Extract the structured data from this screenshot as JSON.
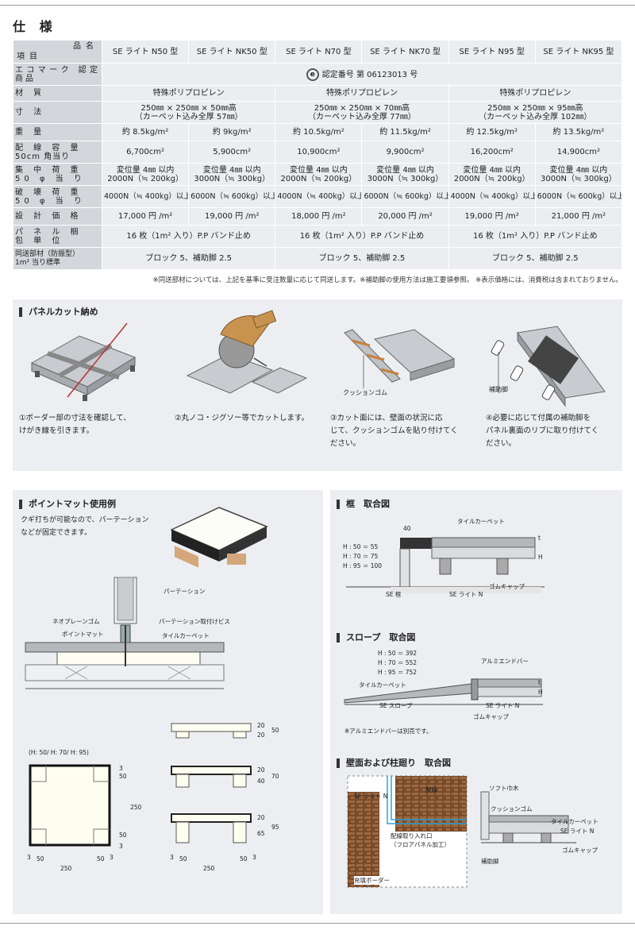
{
  "page_title": "仕 様",
  "spec_table": {
    "corner_top": "品名",
    "corner_bottom": "項目",
    "products": [
      "SE ライト N50 型",
      "SE ライト NK50 型",
      "SE ライト N70 型",
      "SE ライト NK70 型",
      "SE ライト N95 型",
      "SE ライト NK95 型"
    ],
    "eco_label": "エコマーク 認定商品",
    "eco_mark": "e",
    "eco_value": "認定番号 第 06123013 号",
    "material_label": "材 質",
    "material_values": [
      "特殊ポリプロピレン",
      "特殊ポリプロピレン",
      "特殊ポリプロピレン"
    ],
    "size_label": "寸 法",
    "size_values": [
      [
        "250㎜ × 250㎜ × 50㎜高",
        "（カーペット込み全厚 57㎜）"
      ],
      [
        "250㎜ × 250㎜ × 70㎜高",
        "（カーペット込み全厚 77㎜）"
      ],
      [
        "250㎜ × 250㎜ × 95㎜高",
        "（カーペット込み全厚 102㎜）"
      ]
    ],
    "weight_label": "重 量",
    "weight_values": [
      "約 8.5kg/m²",
      "約 9kg/m²",
      "約 10.5kg/m²",
      "約 11.5kg/m²",
      "約 12.5kg/m²",
      "約 13.5kg/m²"
    ],
    "wiring_label": [
      "配 線 容 量",
      "50cm 角当り"
    ],
    "wiring_values": [
      "6,700cm²",
      "5,900cm²",
      "10,900cm²",
      "9,900cm²",
      "16,200cm²",
      "14,900cm²"
    ],
    "conc_label": [
      "集 中 荷 重",
      "50 φ 当 り"
    ],
    "conc_values": [
      [
        "変位量 4㎜ 以内",
        "2000N（≒ 200kg）"
      ],
      [
        "変位量 4㎜ 以内",
        "3000N（≒ 300kg）"
      ],
      [
        "変位量 4㎜ 以内",
        "2000N（≒ 200kg）"
      ],
      [
        "変位量 4㎜ 以内",
        "3000N（≒ 300kg）"
      ],
      [
        "変位量 4㎜ 以内",
        "2000N（≒ 200kg）"
      ],
      [
        "変位量 4㎜ 以内",
        "3000N（≒ 300kg）"
      ]
    ],
    "break_label": [
      "破 壊 荷 重",
      "50 φ 当 り"
    ],
    "break_values": [
      "4000N（≒ 400kg）以上",
      "6000N（≒ 600kg）以上",
      "4000N（≒ 400kg）以上",
      "6000N（≒ 600kg）以上",
      "4000N（≒ 400kg）以上",
      "6000N（≒ 600kg）以上"
    ],
    "price_label": "設 計 価 格",
    "price_values": [
      "17,000 円 /m²",
      "19,000 円 /m²",
      "18,000 円 /m²",
      "20,000 円 /m²",
      "19,000 円 /m²",
      "21,000 円 /m²"
    ],
    "pack_label": [
      "パ ネ ル 梱",
      "包 単 位"
    ],
    "pack_values": [
      "16 枚（1m² 入り）P.P バンド止め",
      "16 枚（1m² 入り）P.P バンド止め",
      "16 枚（1m² 入り）P.P バンド止め"
    ],
    "parts_label": [
      "同送部材（防振型）",
      "1m² 当り標準"
    ],
    "parts_values": [
      "ブロック 5、補助脚 2.5",
      "ブロック 5、補助脚 2.5",
      "ブロック 5、補助脚 2.5"
    ]
  },
  "table_note": "※同送部材については、上記を基準に受注数量に応じて同送します。※補助脚の使用方法は施工要領参照。 ※表示価格には、消費税は含まれておりません。",
  "cut_section": {
    "heading": "パネルカット納め",
    "cushion_label": "クッションゴム",
    "aux_leg_label": "補助脚",
    "steps": [
      [
        "①ボーダー部の寸法を確認して、",
        "けがき線を引きます。"
      ],
      [
        "②丸ノコ・ジグソー等でカットします。"
      ],
      [
        "③カット面には、壁面の状況に応",
        "じて、クッションゴムを貼り付けてく",
        "ださい。"
      ],
      [
        "④必要に応じて付属の補助脚を",
        "パネル裏面のリブに取り付けてく",
        "ださい。"
      ]
    ]
  },
  "point_mat": {
    "heading": "ポイントマット使用例",
    "desc": [
      "クギ打ちが可能なので、パーテーション",
      "などが固定できます。"
    ],
    "labels": {
      "partition": "パーテーション",
      "neoprene": "ネオプレーンゴム",
      "point_mat": "ポイントマット",
      "screw": "パーテーション取付けビス",
      "tile_carpet": "タイルカーペット"
    },
    "h_caption": "(H: 50/ H: 70/ H: 95)",
    "plan_dims": {
      "w": "250",
      "h": "250",
      "a": "50",
      "b": "3",
      "c": "3",
      "d": "50",
      "e": "3",
      "f": "50",
      "g": "50",
      "i": "3"
    },
    "elev_dims": [
      {
        "top": "20",
        "mid": "20",
        "total": "50"
      },
      {
        "top": "20",
        "mid": "40",
        "total": "70"
      },
      {
        "top": "20",
        "mid": "65",
        "total": "95"
      }
    ],
    "elev_bottom": {
      "a": "3",
      "b": "50",
      "c": "50",
      "d": "3",
      "w": "250"
    }
  },
  "frame_section": {
    "heading": "框　取合図",
    "dim_40": "40",
    "h_values": [
      "H : 50 ＝ 55",
      "H : 70 ＝ 75",
      "H : 95 ＝ 100"
    ],
    "labels": {
      "tile": "タイルカーペット",
      "se_frame": "SE 框",
      "se_light": "SE ライト N",
      "rubber": "ゴムキャップ",
      "t": "t",
      "H": "H"
    }
  },
  "slope_section": {
    "heading": "スロープ　取合図",
    "h_values": [
      "H : 50 ＝ 392",
      "H : 70 ＝ 552",
      "H : 95 ＝ 752"
    ],
    "labels": {
      "alum": "アルミエンドバー",
      "tile": "タイルカーペット",
      "se_slope": "SE スロープ",
      "se_light": "SE ライト N",
      "rubber": "ゴムキャップ",
      "t": "t",
      "H": "H"
    },
    "note": "※アルミエンドバーは別売です。"
  },
  "wall_section": {
    "heading": "壁面および柱廻り　取合図",
    "labels": {
      "se_light": "SE ライト N",
      "wiring": "配線",
      "wiring_opening": [
        "配線取り入れ口",
        "（フロアパネル加工）"
      ],
      "filler": "充填ボーダー",
      "soft_wood": "ソフト巾木",
      "cushion": "クッションゴム",
      "tile": "タイルカーペット",
      "se_light2": "SE ライト N",
      "rubber": "ゴムキャップ",
      "aux": "補助脚"
    }
  }
}
